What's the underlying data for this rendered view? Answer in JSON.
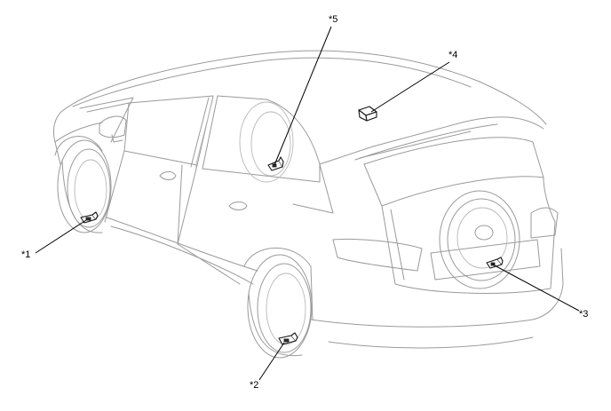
{
  "callouts": {
    "c1": "*1",
    "c2": "*2",
    "c3": "*3",
    "c4": "*4",
    "c5": "*5"
  },
  "colors": {
    "outline": "#9a9a9a",
    "part": "#111111",
    "leader": "#000000"
  }
}
